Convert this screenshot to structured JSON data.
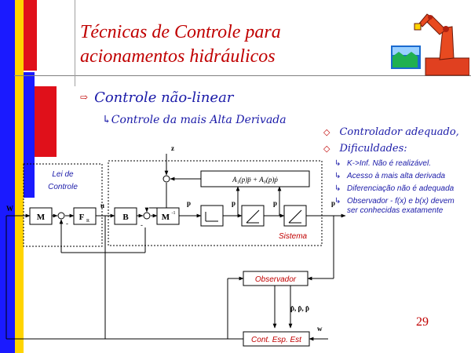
{
  "slide": {
    "title_line1": "Técnicas de Controle para",
    "title_line2": "acionamentos hidráulicos",
    "bullet_main": "Controle não-linear",
    "bullet_sub": "Controle da mais Alta Derivada",
    "page_number": "29",
    "colors": {
      "accent_red": "#c00000",
      "text_blue": "#1a1aa8",
      "bar_blue": "#1a1aff",
      "bar_red": "#e0101a"
    }
  },
  "right_list": {
    "items": [
      {
        "text": "Controlador adequado,",
        "subitems": []
      },
      {
        "text": "Dificuldades:",
        "subitems": [
          "K->Inf. Não é realizável.",
          "Acesso à mais alta derivada",
          "Diferenciação não é adequada",
          "Observador - f(x) e b(x) devem ser conhecidas exatamente"
        ]
      }
    ]
  },
  "diagram": {
    "lei_de": "Lei de",
    "controle": "Controle",
    "block_M": "M",
    "block_FR": "F",
    "block_FR_sub": "R",
    "block_B": "B",
    "block_Minv": "M",
    "block_Minv_sup": "-1",
    "feedback_term": "A₁(p)p̈ + A₀(p)ṗ",
    "signal_z": "z",
    "signal_u": "u",
    "signal_W": "W",
    "signal_w": "w",
    "minus": "-",
    "signal_p": "p",
    "sistema": "Sistema",
    "observador": "Observador",
    "estimates": "p̂, p̂, p̂",
    "cont_esp_est": "Cont. Esp. Est"
  }
}
